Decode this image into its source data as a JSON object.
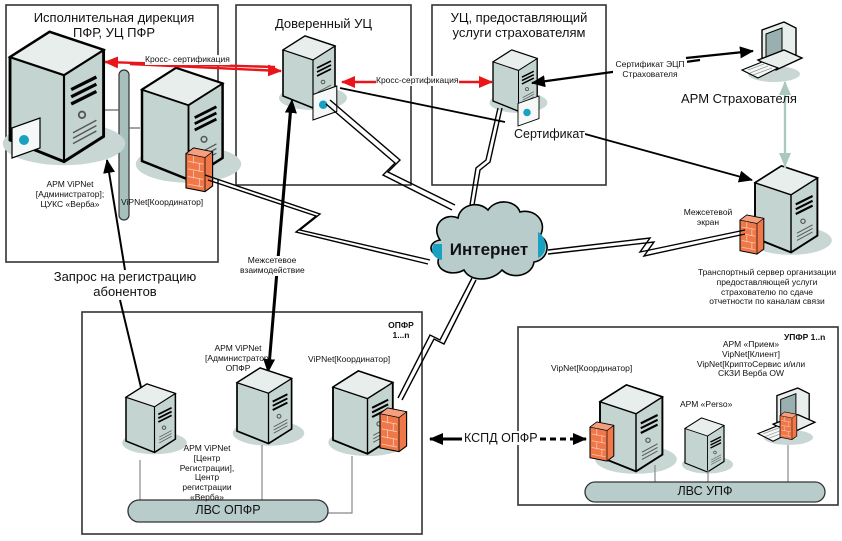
{
  "zones": {
    "pfr": {
      "title_line1": "Исполнительная дирекция",
      "title_line2": "ПФР, УЦ ПФР"
    },
    "trusted_ca": {
      "title": "Доверенный УЦ"
    },
    "insurer_ca": {
      "title_line1": "УЦ, предоставляющий",
      "title_line2": "услуги страхователям"
    },
    "opfr": {
      "title_line1": "ОПФР",
      "title_line2": "1...n"
    },
    "upfr": {
      "title": "УПФР 1..n"
    }
  },
  "nodes": {
    "pfr_admin": {
      "line1": "АРМ ViPNet",
      "line2": "[Администратор];",
      "line3": "ЦУКС «Верба»"
    },
    "pfr_coordinator": {
      "label": "ViPNet[Координатор]"
    },
    "insurer_workstation": {
      "label": "АРМ Страхователя"
    },
    "transport_server": {
      "line1": "Транспортный сервер организации",
      "line2": "предоставляющей услуги",
      "line3": "страхователю по сдаче",
      "line4": "отчетности по каналам связи"
    },
    "firewall": {
      "line1": "Межсетевой",
      "line2": "экран"
    },
    "internet": {
      "label": "Интернет"
    },
    "opfr_registration": {
      "line1": "АРМ ViPNet",
      "line2": "[Центр",
      "line3": "Регистрации],",
      "line4": "Центр",
      "line5": "регистрации",
      "line6": "«Верба»"
    },
    "opfr_admin": {
      "line1": "АРМ ViPNet",
      "line2": "[Администратор]",
      "line3": "ОПФР"
    },
    "opfr_coordinator": {
      "label": "ViPNet[Координатор]"
    },
    "upfr_coordinator": {
      "label": "VipNet[Координатор]"
    },
    "upfr_perso": {
      "label": "АРМ «Perso»"
    },
    "upfr_reception": {
      "line1": "АРМ «Прием»",
      "line2": "VipNet[Клиент]",
      "line3": "VipNet[КриптоСервис и/или",
      "line4": "СКЗИ Верба OW"
    }
  },
  "networks": {
    "lan_opfr": "ЛВС ОПФР",
    "lan_upf": "ЛВС УПФ",
    "kspd": "КСПД ОПФР"
  },
  "edges": {
    "cross_cert_1": "Кросс- сертификация",
    "cross_cert_2": "Кросс-сертификация",
    "insurer_cert": {
      "line1": "Сертификат ЭЦП",
      "line2": "Страхователя"
    },
    "certificate": "Сертификат",
    "interworking": {
      "line1": "Межсетевое",
      "line2": "взаимодействие"
    },
    "registration_request": {
      "line1": "Запрос на регистрацию",
      "line2": "абонентов"
    }
  },
  "colors": {
    "server_body": "#c4d4d0",
    "server_top": "#e8eeec",
    "shadow": "#c8d6d4",
    "firewall": "#f07848",
    "cloud": "#b8cccc",
    "cloud_accent": "#1aa0c0",
    "red_arrow": "#e8161a",
    "light_arrow": "#a8c8c0"
  }
}
